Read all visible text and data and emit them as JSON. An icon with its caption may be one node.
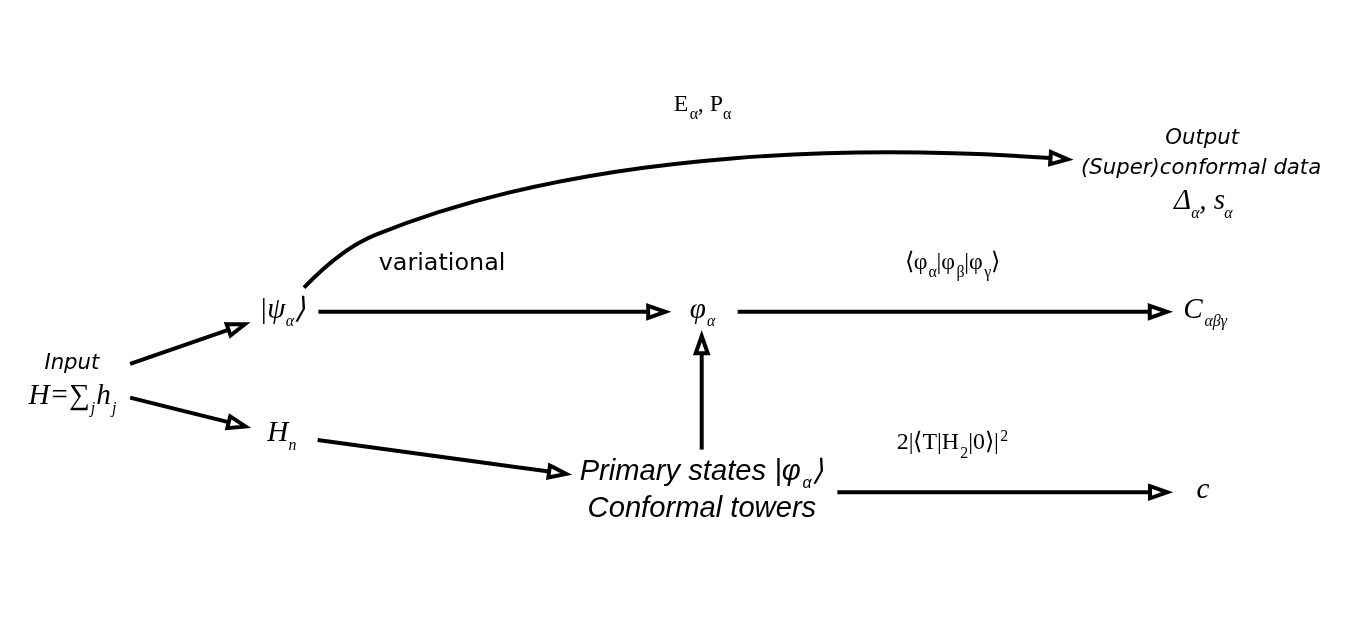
{
  "diagram": {
    "nodes": [
      {
        "text": [
          "H=∑$_{j}$h$_{j}$"
        ],
        "beside": [
          "Input"
        ]
      },
      {
        "text": [
          "|ψ$_{α}$⟩"
        ]
      },
      {
        "text": [
          "φ$_{α}$"
        ]
      },
      {
        "text": [
          "Δ$_{α}$, s$_{α}$"
        ],
        "beside": [
          "Output",
          "(Super)conformal data"
        ]
      },
      {
        "text": [
          "C$_{αβγ}$"
        ]
      },
      {
        "text": [
          "H$_{n}$"
        ]
      },
      {
        "text": [
          "Primary states |φ$_{α}$⟩",
          "Conformal towers"
        ]
      },
      {
        "text": [
          "c"
        ]
      }
    ],
    "edges": [
      {
        "from": 0,
        "to": 1,
        "arrow": "to"
      },
      {
        "from": 1,
        "to": 2,
        "arrow": "to",
        "label": "variational"
      },
      {
        "from": 1,
        "to": 3,
        "arrow": "to",
        "label": "E$_{α}$, P$_{α}$"
      },
      {
        "from": 2,
        "to": 4,
        "arrow": "to",
        "label": "⟨φ$_{α}$|φ$_{β}$|φ$_{γ}$⟩"
      },
      {
        "from": 0,
        "to": 5,
        "arrow": "to"
      },
      {
        "from": 5,
        "to": 6,
        "arrow": "to"
      },
      {
        "from": 6,
        "to": 2,
        "arrow": "to"
      },
      {
        "from": 6,
        "to": 7,
        "arrow": "to",
        "label": "2|⟨T|H$_{2}$|0⟩|$^{2}$"
      }
    ]
  }
}
